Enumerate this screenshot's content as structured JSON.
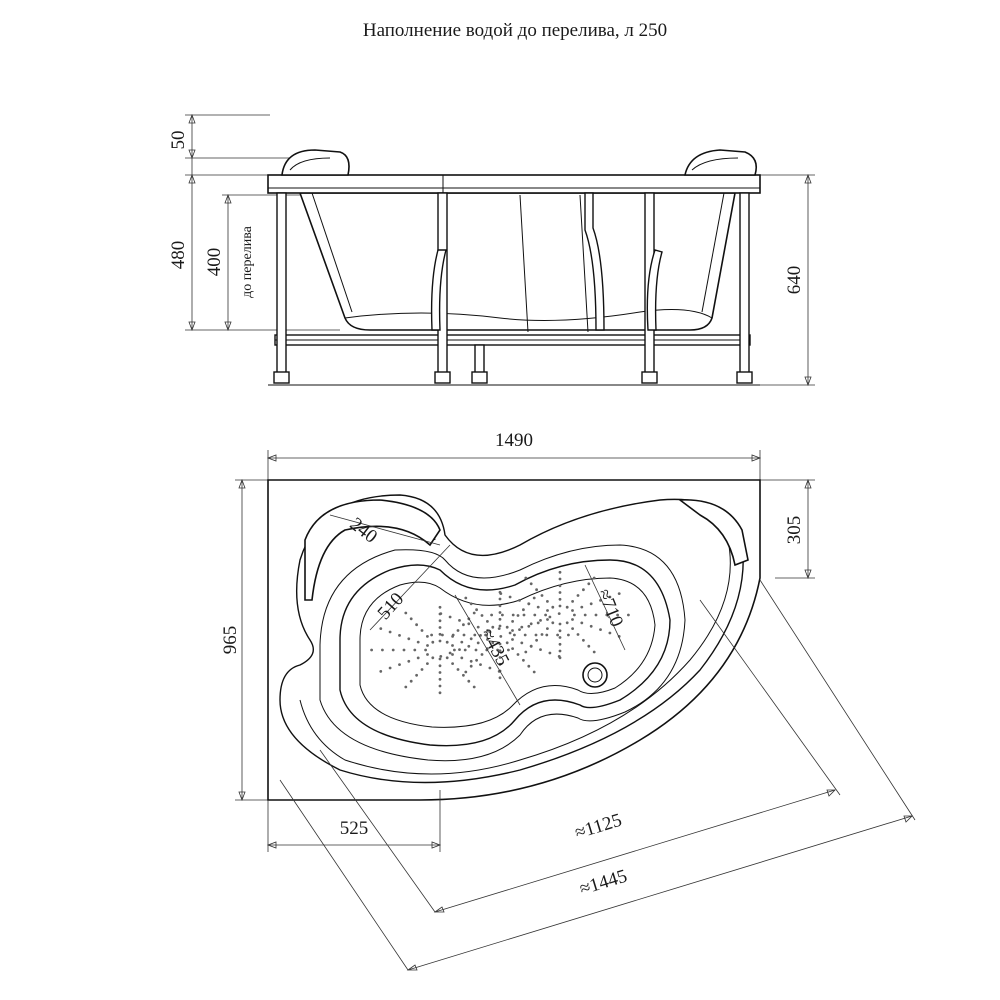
{
  "title": "Наполнение водой до перелива, л  250",
  "side_view": {
    "dim_top": "50",
    "dim_total_inner": "480",
    "dim_overflow": "400",
    "overflow_label": "до перелива",
    "dim_height": "640"
  },
  "top_view": {
    "dim_width": "1490",
    "dim_depth": "965",
    "dim_corner": "305",
    "dim_seat": "240",
    "dim_inner_width": "510",
    "dim_inner_depth": "≈435",
    "dim_inner_length": "≈710",
    "dim_left": "525",
    "dim_diag_inner": "≈1125",
    "dim_diag_outer": "≈1445"
  }
}
